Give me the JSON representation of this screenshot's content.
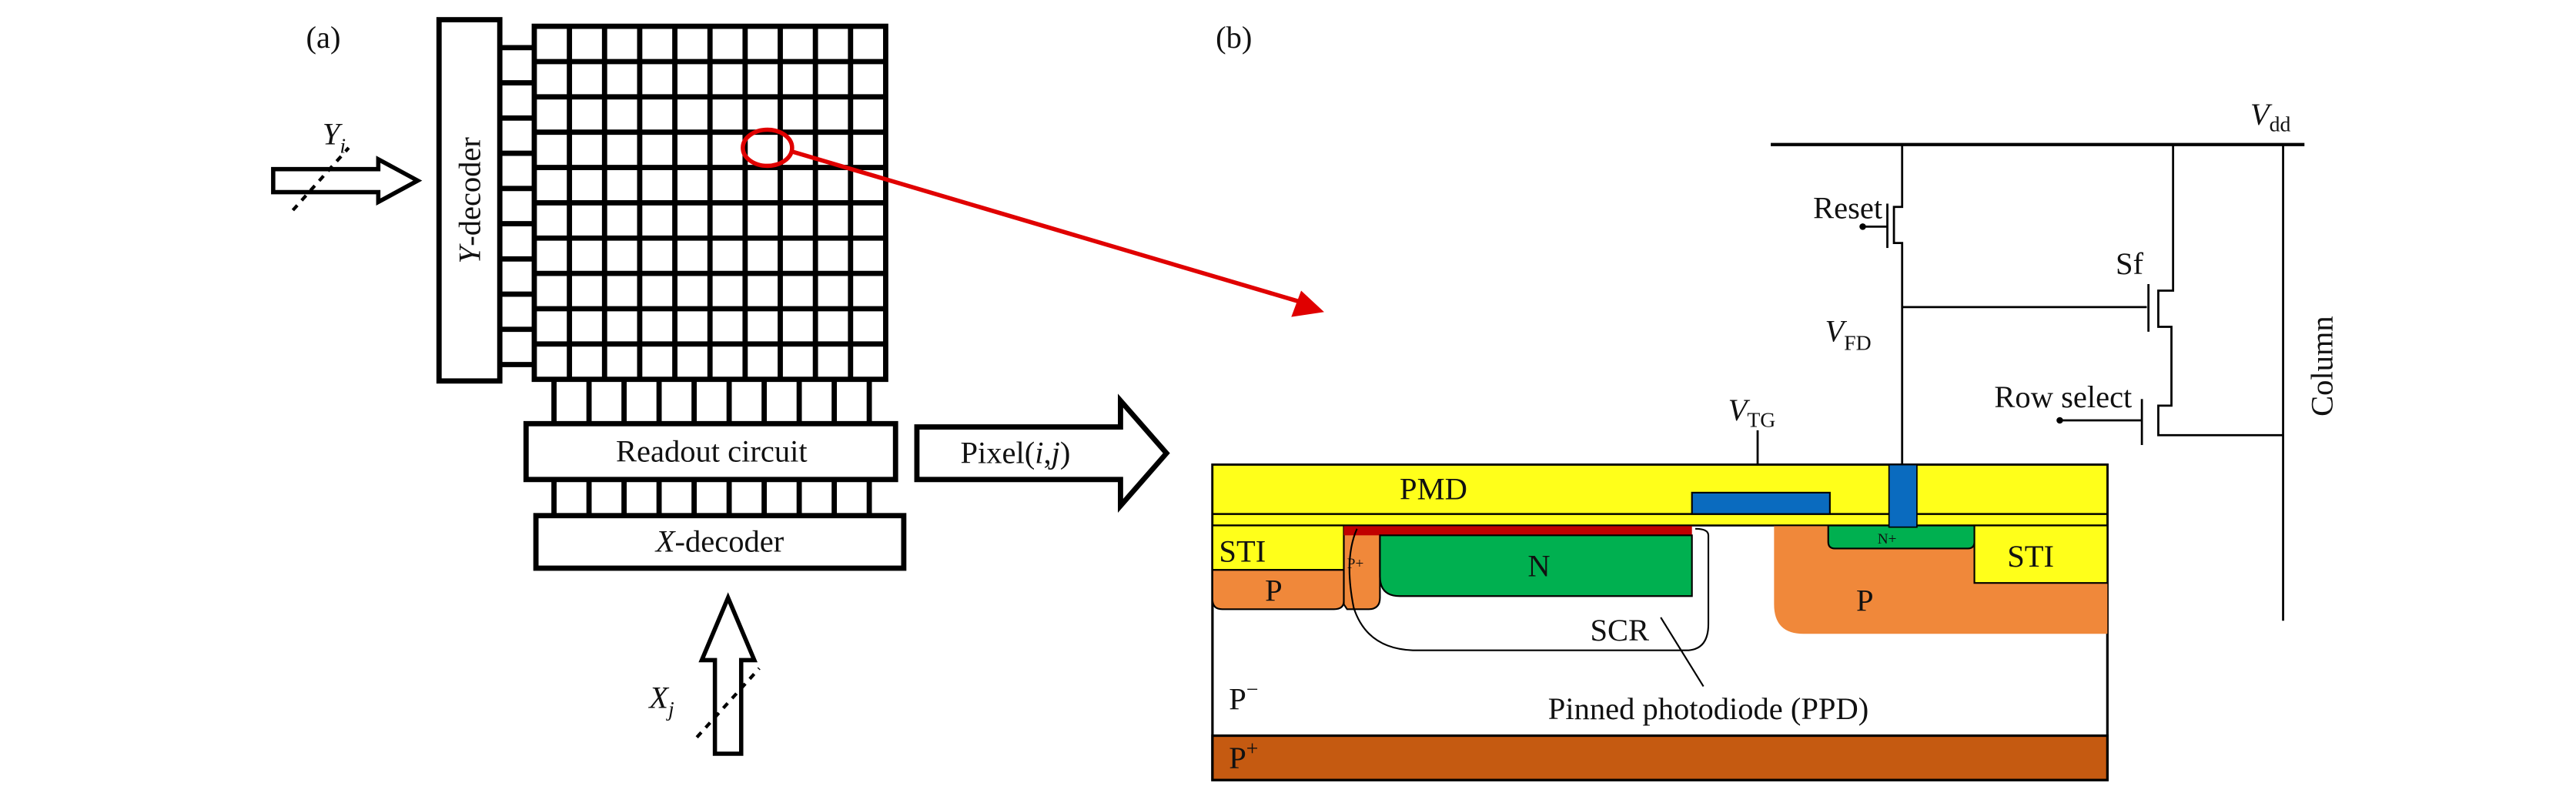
{
  "panel_a": {
    "label": "(a)",
    "y_decoder": {
      "var": "Y",
      "text": "-decoder"
    },
    "readout": "Readout circuit",
    "x_decoder": {
      "var": "X",
      "text": "-decoder"
    },
    "pixel_output": {
      "prefix": "Pixel(",
      "i": "i",
      "comma": ",",
      "j": "j",
      "suffix": ")"
    },
    "yi_input": {
      "var": "Y",
      "sub": "i"
    },
    "xj_input": {
      "var": "X",
      "sub": "j"
    },
    "highlight_color": "#e00000"
  },
  "panel_b": {
    "label": "(b)",
    "circuit": {
      "vdd": {
        "var": "V",
        "sub": "dd"
      },
      "reset": "Reset",
      "sf": "Sf",
      "vfd": {
        "var": "V",
        "sub": "FD"
      },
      "row_select": "Row select",
      "column": "Column",
      "vtg": {
        "var": "V",
        "sub": "TG"
      }
    },
    "cross_section": {
      "pmd": "PMD",
      "sti_left": "STI",
      "sti_right": "STI",
      "p_left": "P",
      "p_plus_small": "P+",
      "n": "N",
      "n_plus": "N+",
      "p_right": "P",
      "scr": "SCR",
      "p_minus": {
        "base": "P",
        "sup": "−"
      },
      "p_plus_substrate": {
        "base": "P",
        "sup": "+"
      },
      "ppd": "Pinned photodiode (PPD)"
    },
    "colors": {
      "pmd": "#ffff1a",
      "p_region": "#f0883a",
      "n_region": "#00b050",
      "gate": "#0a6bbf",
      "pinning_layer": "#c00000",
      "substrate": "#c55a11"
    }
  }
}
